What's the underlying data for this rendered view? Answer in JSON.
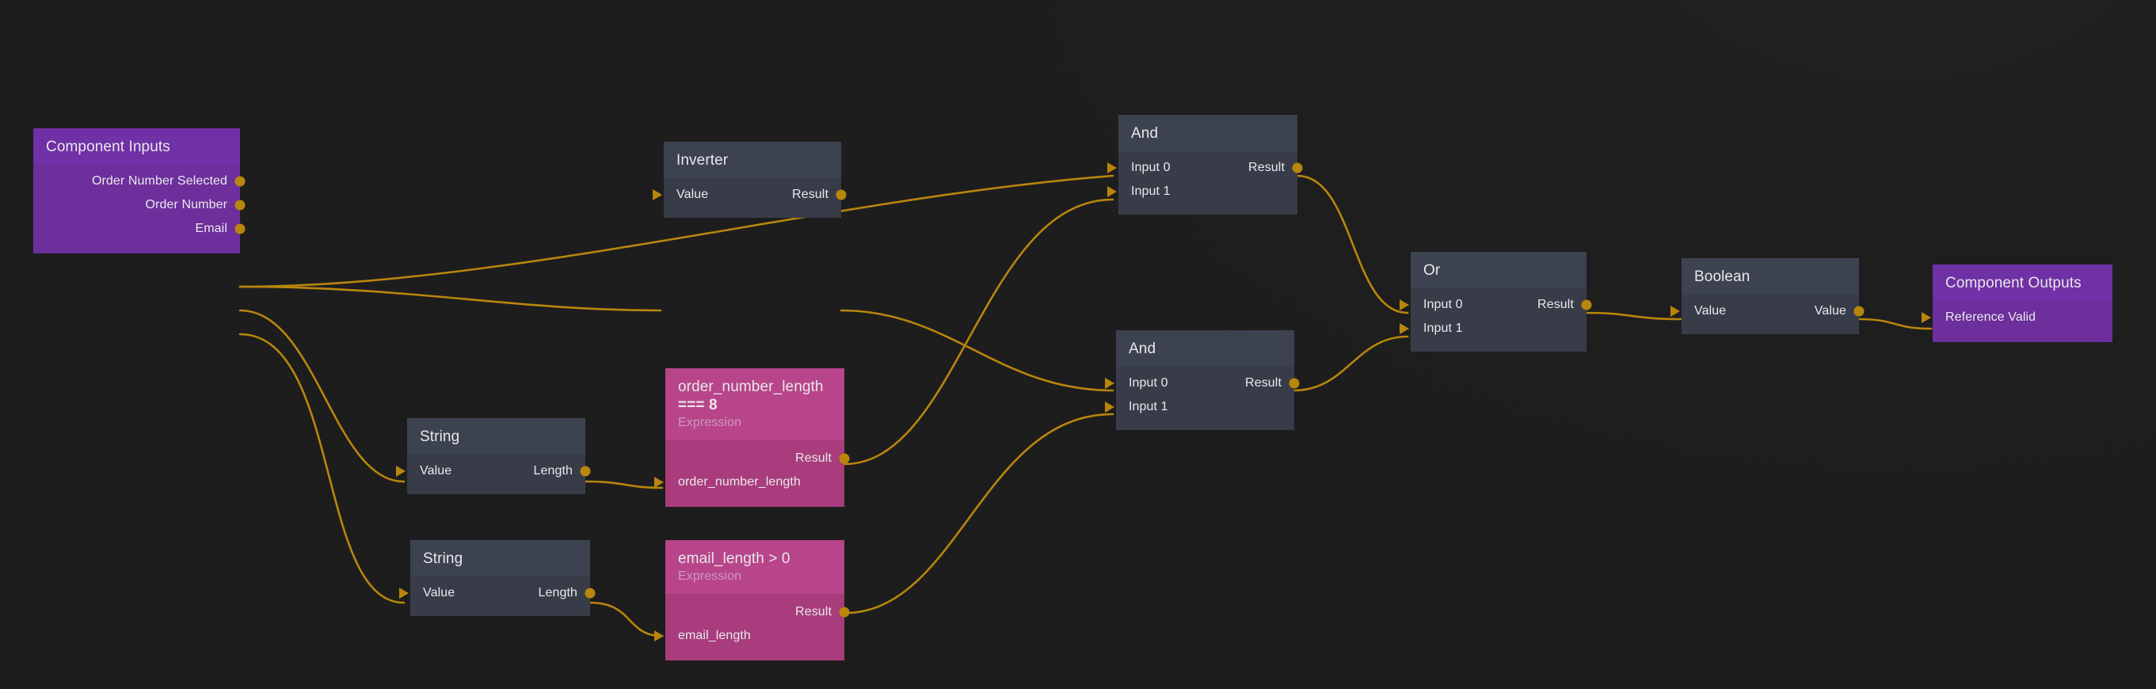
{
  "canvas": {
    "background": "#1d1d1d",
    "edge_color": "#b8860b",
    "accent_purple": "#7030a6",
    "accent_magenta": "#b8458a",
    "accent_slate": "#3d4250"
  },
  "nodes": {
    "component_inputs": {
      "title": "Component Inputs",
      "outputs": [
        "Order Number Selected",
        "Order Number",
        "Email"
      ]
    },
    "inverter": {
      "title": "Inverter",
      "input": "Value",
      "output": "Result"
    },
    "string_1": {
      "title": "String",
      "input": "Value",
      "output": "Length"
    },
    "string_2": {
      "title": "String",
      "input": "Value",
      "output": "Length"
    },
    "expr_order_number_length": {
      "title_line1": "order_number_length",
      "title_line2": "=== 8",
      "subtitle": "Expression",
      "output": "Result",
      "input": "order_number_length"
    },
    "expr_email_length": {
      "title": "email_length > 0",
      "subtitle": "Expression",
      "output": "Result",
      "input": "email_length"
    },
    "and_1": {
      "title": "And",
      "inputs": [
        "Input 0",
        "Input 1"
      ],
      "output": "Result"
    },
    "and_2": {
      "title": "And",
      "inputs": [
        "Input 0",
        "Input 1"
      ],
      "output": "Result"
    },
    "or": {
      "title": "Or",
      "inputs": [
        "Input 0",
        "Input 1"
      ],
      "output": "Result"
    },
    "boolean": {
      "title": "Boolean",
      "input": "Value",
      "output": "Value"
    },
    "component_outputs": {
      "title": "Component Outputs",
      "input": "Reference Valid"
    }
  },
  "edges": [
    {
      "from": "component_inputs.Order Number Selected",
      "to": "and_1.Input 0"
    },
    {
      "from": "component_inputs.Order Number Selected",
      "to": "inverter.Value"
    },
    {
      "from": "component_inputs.Order Number",
      "to": "string_1.Value"
    },
    {
      "from": "component_inputs.Email",
      "to": "string_2.Value"
    },
    {
      "from": "inverter.Result",
      "to": "and_2.Input 0"
    },
    {
      "from": "string_1.Length",
      "to": "expr_order_number_length.order_number_length"
    },
    {
      "from": "string_2.Length",
      "to": "expr_email_length.email_length"
    },
    {
      "from": "expr_order_number_length.Result",
      "to": "and_1.Input 1"
    },
    {
      "from": "expr_email_length.Result",
      "to": "and_2.Input 1"
    },
    {
      "from": "and_1.Result",
      "to": "or.Input 0"
    },
    {
      "from": "and_2.Result",
      "to": "or.Input 1"
    },
    {
      "from": "or.Result",
      "to": "boolean.Value"
    },
    {
      "from": "boolean.Value",
      "to": "component_outputs.Reference Valid"
    }
  ]
}
